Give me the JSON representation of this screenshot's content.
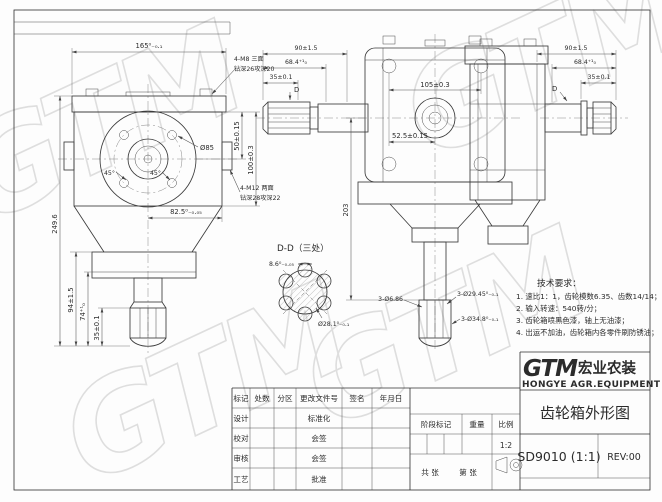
{
  "sheet": {
    "watermark": "GTM"
  },
  "tech_notes": {
    "title": "技术要求：",
    "items": [
      "1. 速比1：1，齿轮模数6.35、齿数14/14；",
      "2. 输入转速：540转/分；",
      "3. 齿轮箱喷黑色漆，轴上无油漆；",
      "4. 出运不加油，齿轮箱内各零件刷防锈油；"
    ]
  },
  "left_view": {
    "dim_top_width": "165⁰₋₀.₁",
    "callout_m8_line1": "4-M8 三面",
    "callout_m8_line2": "钻深26攻深20",
    "dim_50": "50±0.15",
    "dim_100": "100±0.3",
    "dia_85": "Ø85",
    "angle_left": "45°",
    "angle_right": "45°",
    "callout_m12_line1": "4-M12 两面",
    "callout_m12_line2": "钻深28攻深22",
    "dim_825": "82.5⁰₋₀.₀₅",
    "dim_height": "249.6",
    "dim_94": "94±1.5",
    "dim_74": "74⁺¹₀",
    "dim_35": "35±0.1"
  },
  "front_view": {
    "dim_90": "90±1.5",
    "dim_684": "68.4⁺¹₀",
    "dim_35": "35±0.1",
    "section_mark": "D",
    "dim_105": "105±0.3",
    "dim_525": "52.5±0.15",
    "dim_203": "203",
    "callout_pin": "3-Ø6.86",
    "callout_spline_minor": "3-Ø29.45⁰₋₀.₁",
    "callout_spline_major": "3-Ø34.8⁰₋₀.₁"
  },
  "right_view": {
    "dim_90": "90±1.5",
    "dim_684": "68.4⁺¹₀",
    "dim_35": "35±0.1",
    "section_mark": "D"
  },
  "section_dd": {
    "title": "D-D（三处）",
    "tooth_width": "8.6⁰₋₀.₀₅",
    "diameter": "Ø28.1⁰₋₀.₁"
  },
  "title_block": {
    "logo_text": "GTM",
    "logo_cn": "宏业农装",
    "logo_en": "HONGYE AGR.EQUIPMENT",
    "drawing_title": "齿轮箱外形图",
    "drawing_no": "SD9010 (1:1)",
    "revision": "REV:00",
    "col_mark": "标记",
    "col_count": "处数",
    "col_zone": "分区",
    "col_doc": "更改文件号",
    "col_sign": "签名",
    "col_date": "年月日",
    "row_design": "设计",
    "row_check": "校对",
    "row_review": "审核",
    "row_process": "工艺",
    "cell_standard": "标准化",
    "cell_countersign1": "会签",
    "cell_countersign2": "会签",
    "cell_approve": "批准",
    "stage_mark": "阶段标记",
    "weight": "重量",
    "scale_label": "比例",
    "scale_value": "1:2",
    "sheet_total": "共  张",
    "sheet_no": "第  张"
  }
}
